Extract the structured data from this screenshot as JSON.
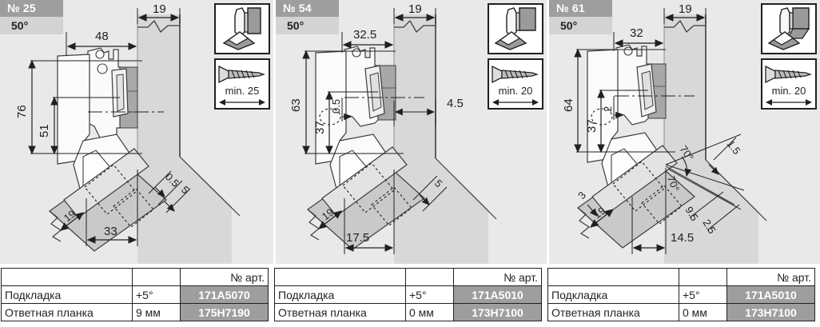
{
  "panels": [
    {
      "badge_number": "№ 25",
      "badge_angle": "50°",
      "thumb_icon": "hinge-angle-25-icon",
      "screw_icon": "screw-icon",
      "screw_label": "min. 25",
      "dimensions": {
        "top_width": "19",
        "top_depth": "48",
        "height_outer": "76",
        "height_inner": "51",
        "offset_a": "0.5",
        "offset_b": "5",
        "door_thickness": "19",
        "bottom_depth": "33"
      },
      "table": {
        "header_blank": "",
        "header_art": "№ арт.",
        "rows": [
          {
            "name": "Подкладка",
            "value": "+5°",
            "art": "171A5070"
          },
          {
            "name": "Ответная планка",
            "value": "9 мм",
            "art": "175H7190"
          }
        ]
      }
    },
    {
      "badge_number": "№ 54",
      "badge_angle": "50°",
      "thumb_icon": "hinge-angle-54-icon",
      "screw_icon": "screw-icon",
      "screw_label": "min. 20",
      "dimensions": {
        "top_width": "19",
        "top_depth": "32.5",
        "height_outer": "63",
        "height_inner": "37",
        "small_offset": "0.5",
        "side_gap": "4.5",
        "offset_b": "5",
        "door_thickness": "19",
        "bottom_depth": "17.5"
      },
      "table": {
        "header_blank": "",
        "header_art": "№ арт.",
        "rows": [
          {
            "name": "Подкладка",
            "value": "+5°",
            "art": "171A5010"
          },
          {
            "name": "Ответная планка",
            "value": "0 мм",
            "art": "173H7100"
          }
        ]
      }
    },
    {
      "badge_number": "№ 61",
      "badge_angle": "50°",
      "thumb_icon": "hinge-angle-61-icon",
      "screw_icon": "screw-icon",
      "screw_label": "min. 20",
      "dimensions": {
        "top_width": "19",
        "top_depth": "32",
        "height_outer": "64",
        "height_inner": "37",
        "small_offset": "2",
        "angle_a": "70°",
        "angle_b": "70°",
        "offset_15": "1.5",
        "offset_3": "3",
        "door_thickness": "19",
        "offset_95": "9.5",
        "offset_25": "2.5",
        "bottom_depth": "14.5"
      },
      "table": {
        "header_blank": "",
        "header_art": "№ арт.",
        "rows": [
          {
            "name": "Подкладка",
            "value": "+5°",
            "art": "171A5010"
          },
          {
            "name": "Ответная планка",
            "value": "0 мм",
            "art": "173H7100"
          }
        ]
      }
    }
  ],
  "colors": {
    "panel_bg": "#e9e9e9",
    "badge_num_bg": "#9e9e9e",
    "badge_ang_bg": "#d3d3d3",
    "art_bg": "#9e9e9e",
    "line": "#231f20",
    "body_light": "#fdfdfd",
    "body_mid": "#cfcfcf",
    "body_dark": "#9a9a9a"
  }
}
